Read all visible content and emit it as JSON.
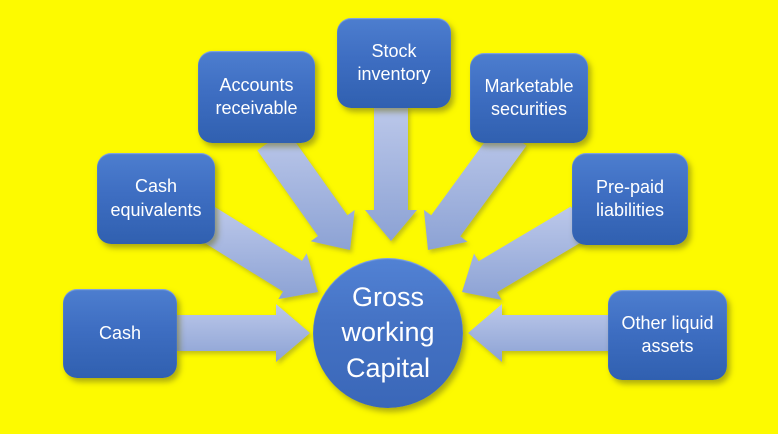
{
  "diagram": {
    "center": {
      "label": "Gross working Capital"
    },
    "nodes": [
      {
        "label": "Cash"
      },
      {
        "label": "Cash equivalents"
      },
      {
        "label": "Accounts receivable"
      },
      {
        "label": "Stock inventory"
      },
      {
        "label": "Marketable securities"
      },
      {
        "label": "Pre-paid liabilities"
      },
      {
        "label": "Other liquid assets"
      }
    ],
    "colors": {
      "background": "#FDFA00",
      "node_fill_top": "#4D7ECF",
      "node_fill_bottom": "#3060B0",
      "arrow_light": "#BCC8EA",
      "arrow_dark": "#8CA2D4",
      "label_text": "#FFFFFF"
    }
  }
}
